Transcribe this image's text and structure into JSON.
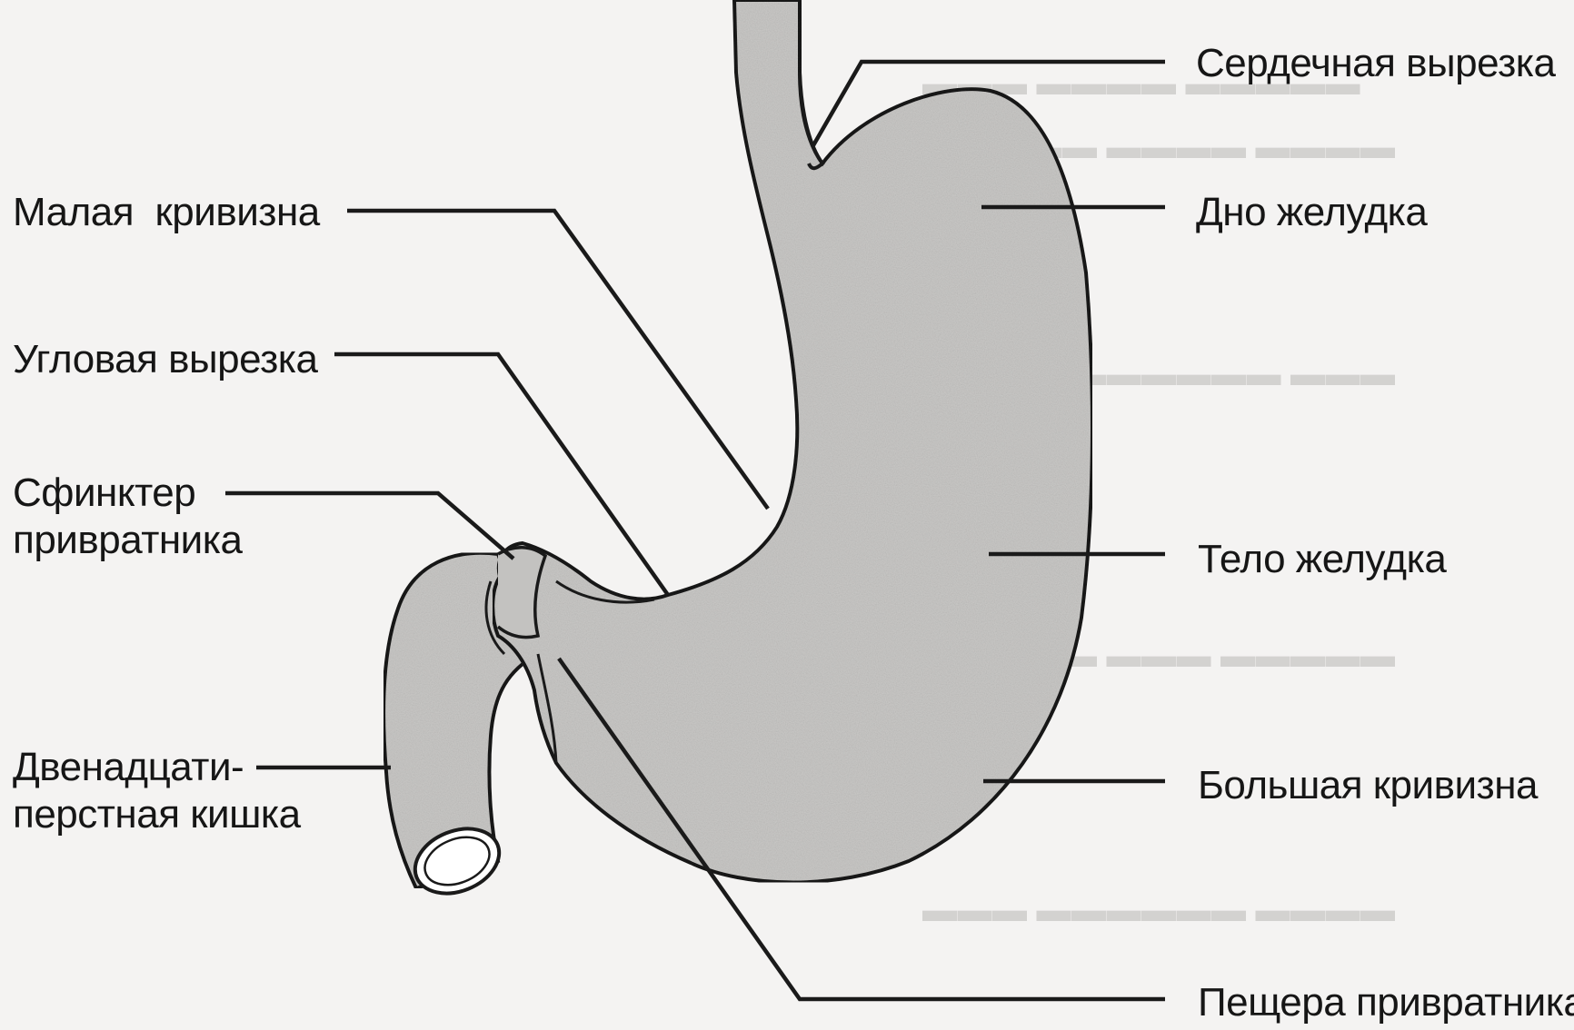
{
  "labels": {
    "cardiac_notch": "Сердечная вырезка",
    "fundus": "Дно желудка",
    "body": "Тело желудка",
    "greater_curvature": "Большая кривизна",
    "pyloric_antrum": "Пещера привратника",
    "lesser_curvature": "Малая  кривизна",
    "angular_notch": "Угловая вырезка",
    "pyloric_sphincter_line1": "Сфинктер",
    "pyloric_sphincter_line2": "привратника",
    "duodenum_line1": "Двенадцати-",
    "duodenum_line2": "перстная кишка"
  },
  "colors": {
    "organ_fill": "#c9c8c6",
    "outline": "#1a1a1a",
    "paper": "#f4f3f2",
    "text": "#161616"
  }
}
